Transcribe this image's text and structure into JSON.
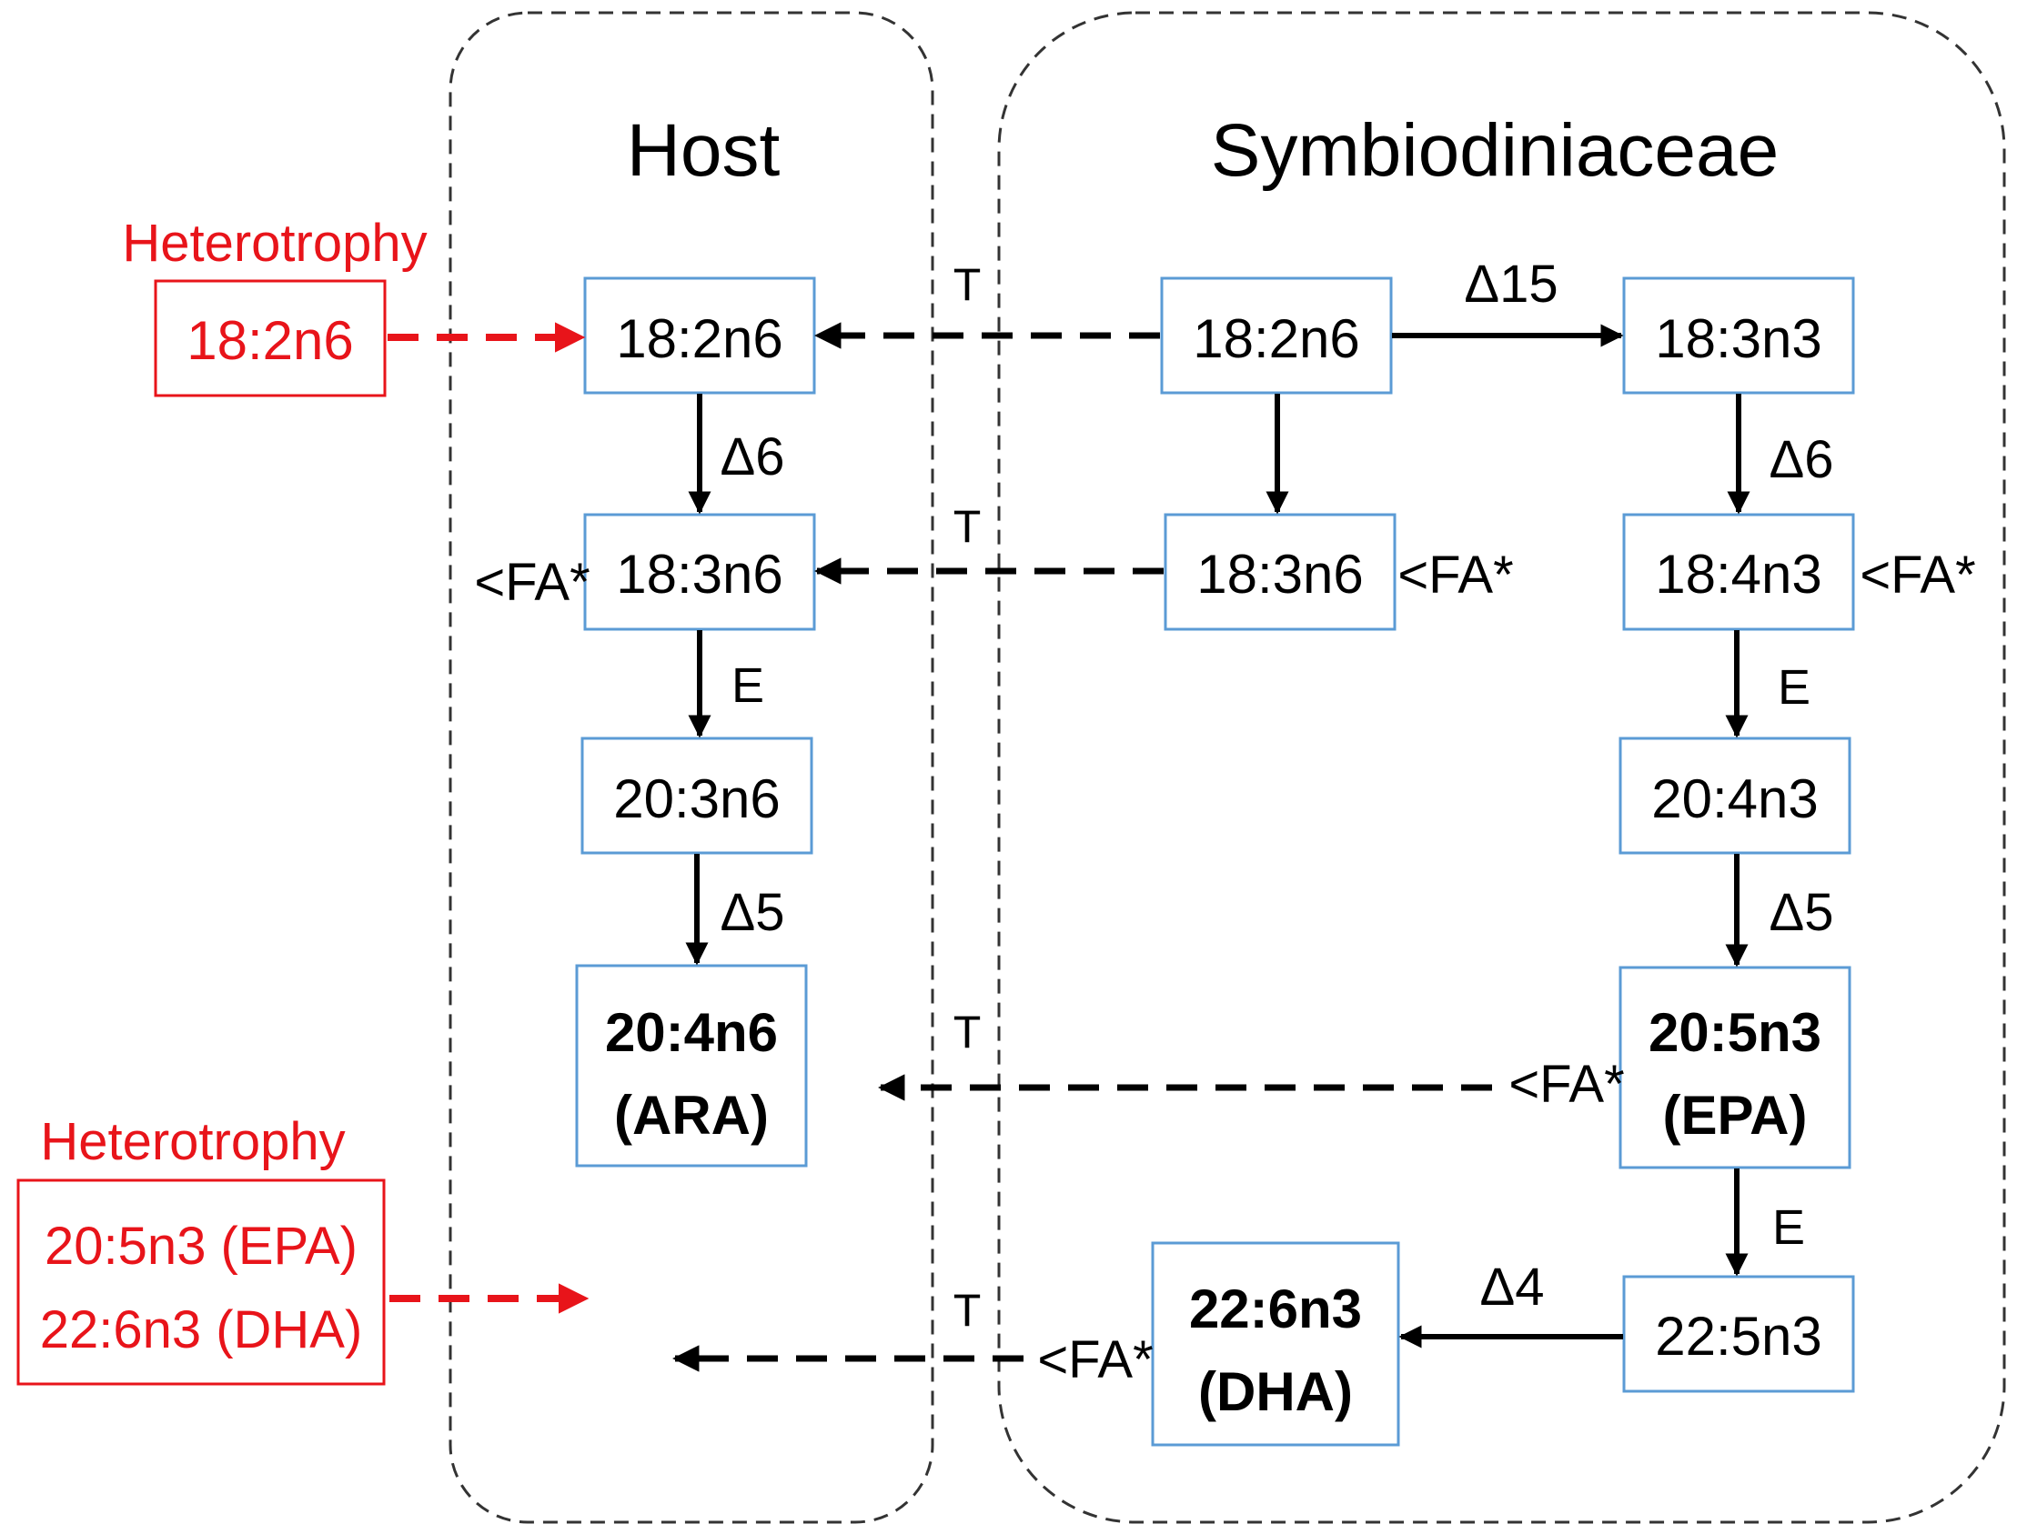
{
  "colors": {
    "background": "#ffffff",
    "text": "#000000",
    "heterotrophy": "#e8141a",
    "node_border": "#5b9bd5",
    "compartment_border": "#333333",
    "arrow": "#000000"
  },
  "compartments": {
    "host": "Host",
    "symbiont": "Symbiodiniaceae"
  },
  "heterotrophy": [
    {
      "label": "Heterotrophy",
      "lines": [
        "18:2n6"
      ]
    },
    {
      "label": "Heterotrophy",
      "lines": [
        "20:5n3 (EPA)",
        "22:6n3 (DHA)"
      ]
    }
  ],
  "nodes": {
    "host_18_2n6": {
      "lines": [
        "18:2n6"
      ],
      "bold": false
    },
    "host_18_3n6": {
      "lines": [
        "18:3n6"
      ],
      "bold": false
    },
    "host_20_3n6": {
      "lines": [
        "20:3n6"
      ],
      "bold": false
    },
    "host_20_4n6": {
      "lines": [
        "20:4n6",
        "(ARA)"
      ],
      "bold": true
    },
    "sym_18_2n6": {
      "lines": [
        "18:2n6"
      ],
      "bold": false
    },
    "sym_18_3n6": {
      "lines": [
        "18:3n6"
      ],
      "bold": false
    },
    "sym_18_3n3": {
      "lines": [
        "18:3n3"
      ],
      "bold": false
    },
    "sym_18_4n3": {
      "lines": [
        "18:4n3"
      ],
      "bold": false
    },
    "sym_20_4n3": {
      "lines": [
        "20:4n3"
      ],
      "bold": false
    },
    "sym_20_5n3": {
      "lines": [
        "20:5n3",
        "(EPA)"
      ],
      "bold": true
    },
    "sym_22_5n3": {
      "lines": [
        "22:5n3"
      ],
      "bold": false
    },
    "sym_22_6n3": {
      "lines": [
        "22:6n3",
        "(DHA)"
      ],
      "bold": true
    }
  },
  "enzyme_labels": {
    "delta15": "Δ15",
    "host_delta6": "Δ6",
    "host_elongase": "E",
    "host_delta5": "Δ5",
    "sym_delta6": "Δ6",
    "sym_elongase_1": "E",
    "sym_delta5": "Δ5",
    "sym_elongase_2": "E",
    "delta4": "Δ4"
  },
  "transfer_labels": [
    "T",
    "T",
    "T",
    "T"
  ],
  "fa_labels": [
    "<FA*",
    "<FA*",
    "<FA*",
    "<FA*",
    "<FA*"
  ]
}
